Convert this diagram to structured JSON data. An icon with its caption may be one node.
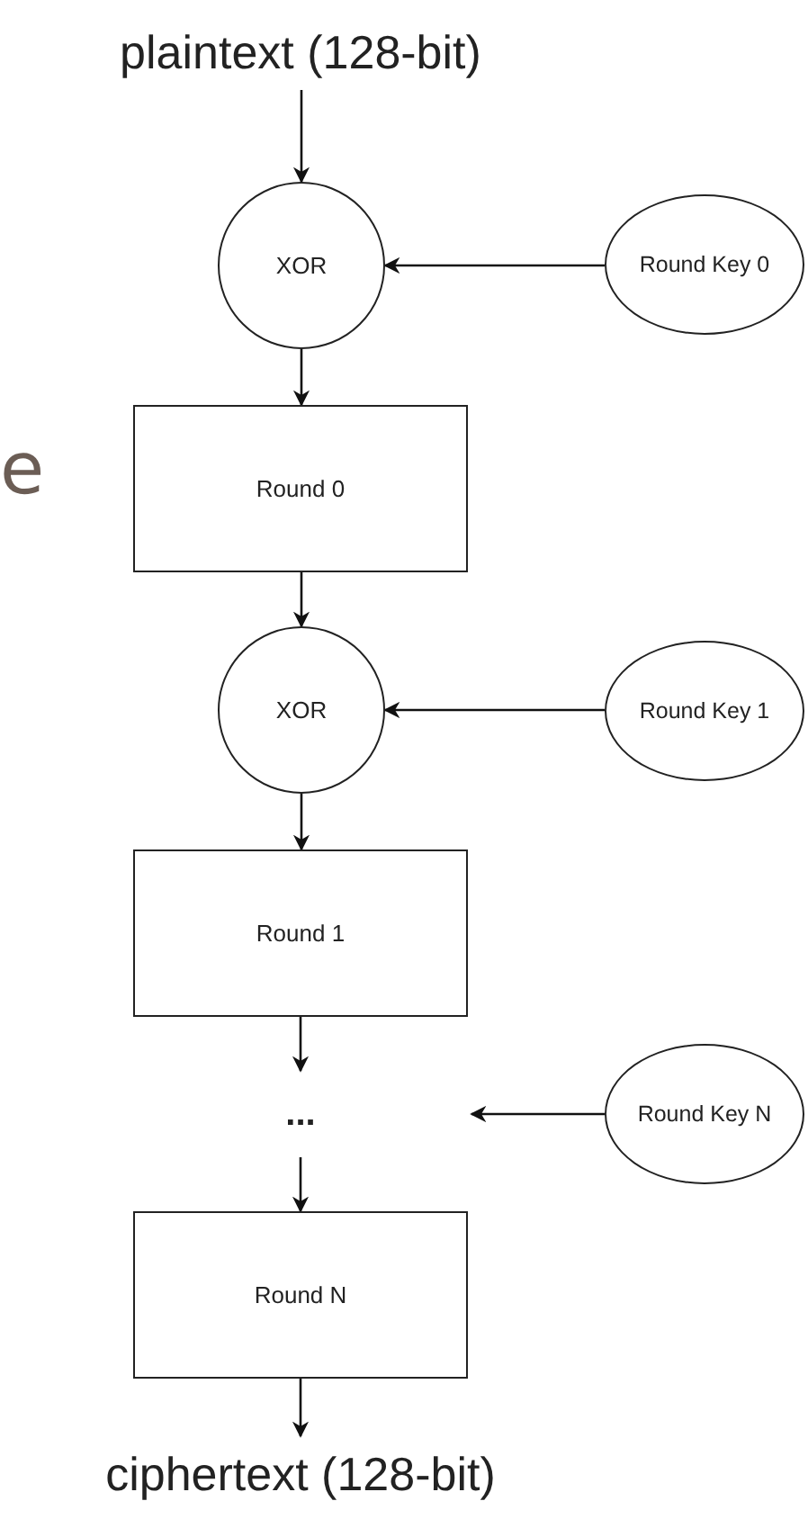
{
  "diagram": {
    "nodes": [
      {
        "text": [
          "plaintext (128-bit)"
        ]
      },
      {
        "text": [
          "XOR"
        ]
      },
      {
        "text": [
          "Round Key 0"
        ]
      },
      {
        "text": [
          "Round 0"
        ]
      },
      {
        "text": [
          "XOR"
        ]
      },
      {
        "text": [
          "Round Key 1"
        ]
      },
      {
        "text": [
          "Round 1"
        ]
      },
      {
        "text": [
          "..."
        ]
      },
      {
        "text": [
          "Round Key N"
        ]
      },
      {
        "text": [
          "Round N"
        ]
      },
      {
        "text": [
          "ciphertext (128-bit)"
        ]
      }
    ],
    "edges": [
      {
        "from": 0,
        "to": 1,
        "arrow": "to"
      },
      {
        "from": 2,
        "to": 1,
        "arrow": "to"
      },
      {
        "from": 1,
        "to": 3,
        "arrow": "to"
      },
      {
        "from": 3,
        "to": 4,
        "arrow": "to"
      },
      {
        "from": 5,
        "to": 4,
        "arrow": "to"
      },
      {
        "from": 4,
        "to": 6,
        "arrow": "to"
      },
      {
        "from": 6,
        "to": 7,
        "arrow": "to"
      },
      {
        "from": 8,
        "to": null,
        "arrow": "to"
      },
      {
        "from": 7,
        "to": 9,
        "arrow": "to"
      },
      {
        "from": 9,
        "to": 10,
        "arrow": "to"
      }
    ],
    "labels": [
      "e"
    ]
  }
}
